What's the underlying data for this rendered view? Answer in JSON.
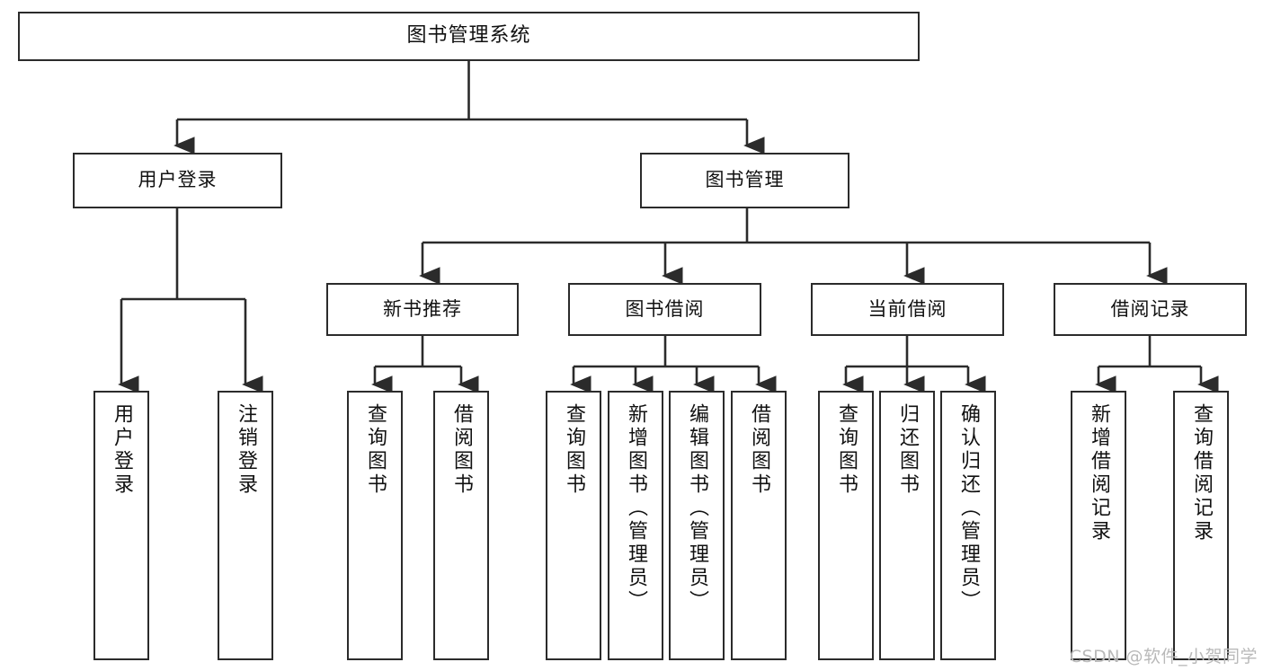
{
  "diagram": {
    "title": "图书管理系统",
    "type": "tree",
    "root": {
      "label": "图书管理系统"
    },
    "level2": [
      {
        "label": "用户登录"
      },
      {
        "label": "图书管理"
      }
    ],
    "level3": [
      {
        "label": "新书推荐"
      },
      {
        "label": "图书借阅"
      },
      {
        "label": "当前借阅"
      },
      {
        "label": "借阅记录"
      }
    ],
    "leaves": {
      "user_login": [
        {
          "label": "用户登录"
        },
        {
          "label": "注销登录"
        }
      ],
      "new_book_recommend": [
        {
          "label": "查询图书"
        },
        {
          "label": "借阅图书"
        }
      ],
      "book_borrow": [
        {
          "label": "查询图书"
        },
        {
          "label": "新增图书（管理员）"
        },
        {
          "label": "编辑图书（管理员）"
        },
        {
          "label": "借阅图书"
        }
      ],
      "current_borrow": [
        {
          "label": "查询图书"
        },
        {
          "label": "归还图书"
        },
        {
          "label": "确认归还（管理员）"
        }
      ],
      "borrow_record": [
        {
          "label": "新增借阅记录"
        },
        {
          "label": "查询借阅记录"
        }
      ]
    }
  },
  "watermark": {
    "text": "CSDN @软件_小贺同学"
  },
  "colors": {
    "stroke": "#2b2b2b",
    "text": "#111111",
    "background": "#ffffff",
    "watermark": "#b9b9b9"
  }
}
